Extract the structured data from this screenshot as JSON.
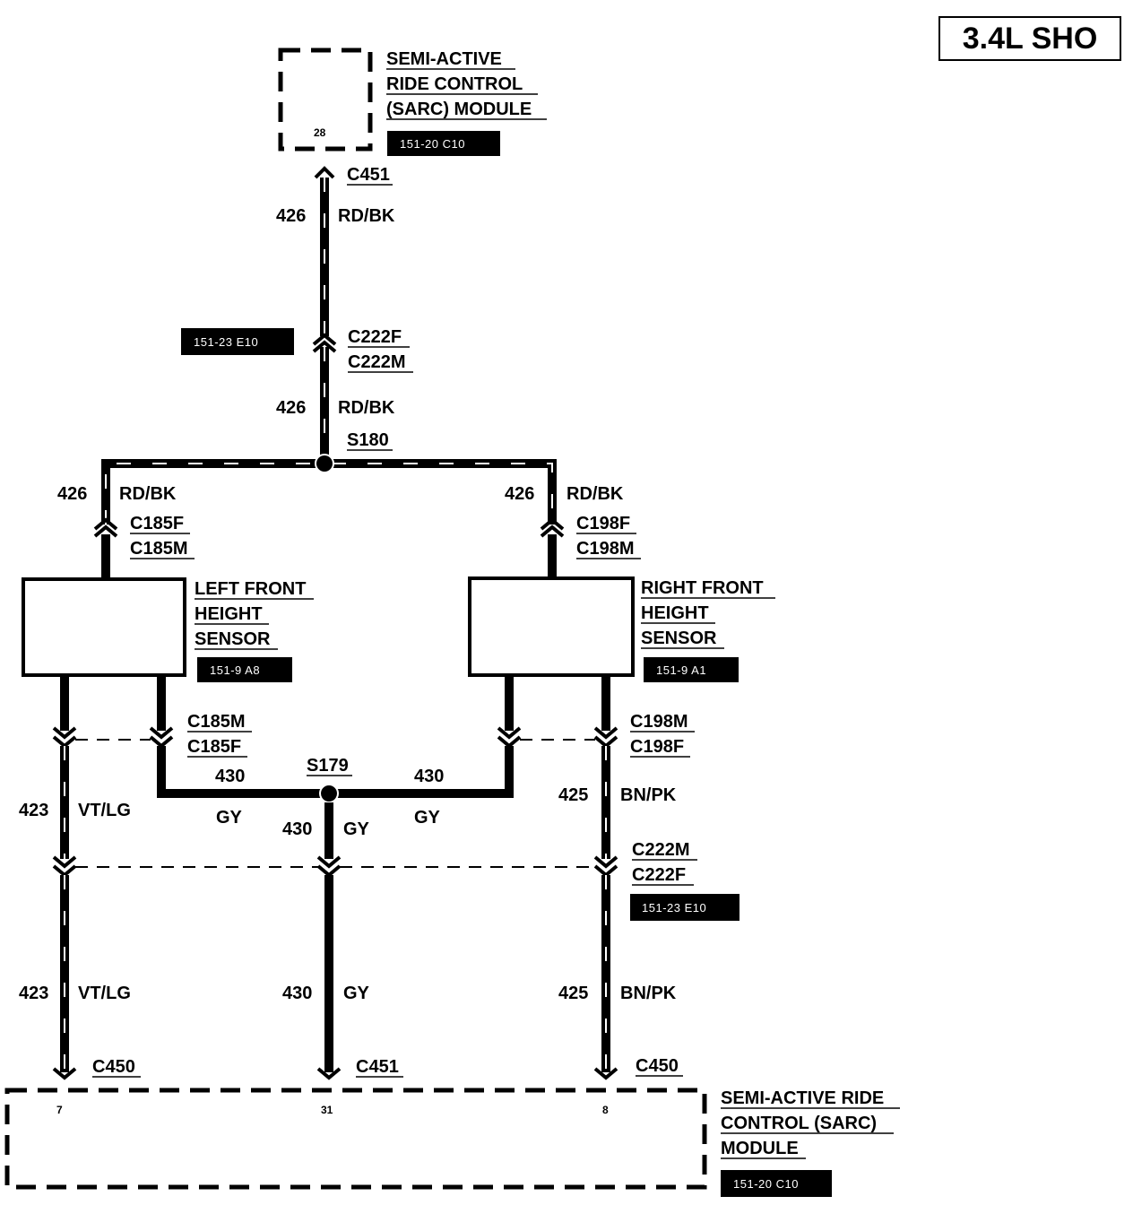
{
  "engine_badge": "3.4L SHO",
  "top_module": {
    "lines": [
      "SEMI-ACTIVE",
      "RIDE CONTROL",
      "(SARC) MODULE"
    ],
    "ref": "151-20 C10",
    "pin": "28"
  },
  "bottom_module": {
    "lines": [
      "SEMI-ACTIVE RIDE",
      "CONTROL (SARC)",
      "MODULE"
    ],
    "ref": "151-20 C10",
    "pins": [
      "7",
      "31",
      "8"
    ]
  },
  "left_sensor": {
    "lines": [
      "LEFT FRONT",
      "HEIGHT",
      "SENSOR"
    ],
    "ref": "151-9 A8"
  },
  "right_sensor": {
    "lines": [
      "RIGHT FRONT",
      "HEIGHT",
      "SENSOR"
    ],
    "ref": "151-9 A1"
  },
  "connectors": {
    "c451_top": "C451",
    "c222f_top": "C222F",
    "c222m_top": "C222M",
    "ref_c222_top": "151-23 E10",
    "c185f_up": "C185F",
    "c185m_up": "C185M",
    "c198f_up": "C198F",
    "c198m_up": "C198M",
    "c185m_low": "C185M",
    "c185f_low": "C185F",
    "c198m_low": "C198M",
    "c198f_low": "C198F",
    "c222m_low": "C222M",
    "c222f_low": "C222F",
    "ref_c222_low": "151-23 E10",
    "c450_left": "C450",
    "c451_mid": "C451",
    "c450_right": "C450"
  },
  "splices": {
    "s180": "S180",
    "s179": "S179"
  },
  "wires": {
    "w426_a": {
      "circuit": "426",
      "color": "RD/BK"
    },
    "w426_b": {
      "circuit": "426",
      "color": "RD/BK"
    },
    "w426_left": {
      "circuit": "426",
      "color": "RD/BK"
    },
    "w426_right": {
      "circuit": "426",
      "color": "RD/BK"
    },
    "w430_left": {
      "circuit": "430",
      "color": "GY"
    },
    "w430_right": {
      "circuit": "430",
      "color": "GY"
    },
    "w430_mid": {
      "circuit": "430",
      "color": "GY"
    },
    "w430_low": {
      "circuit": "430",
      "color": "GY"
    },
    "w423_a": {
      "circuit": "423",
      "color": "VT/LG"
    },
    "w423_b": {
      "circuit": "423",
      "color": "VT/LG"
    },
    "w425_a": {
      "circuit": "425",
      "color": "BN/PK"
    },
    "w425_b": {
      "circuit": "425",
      "color": "BN/PK"
    }
  }
}
